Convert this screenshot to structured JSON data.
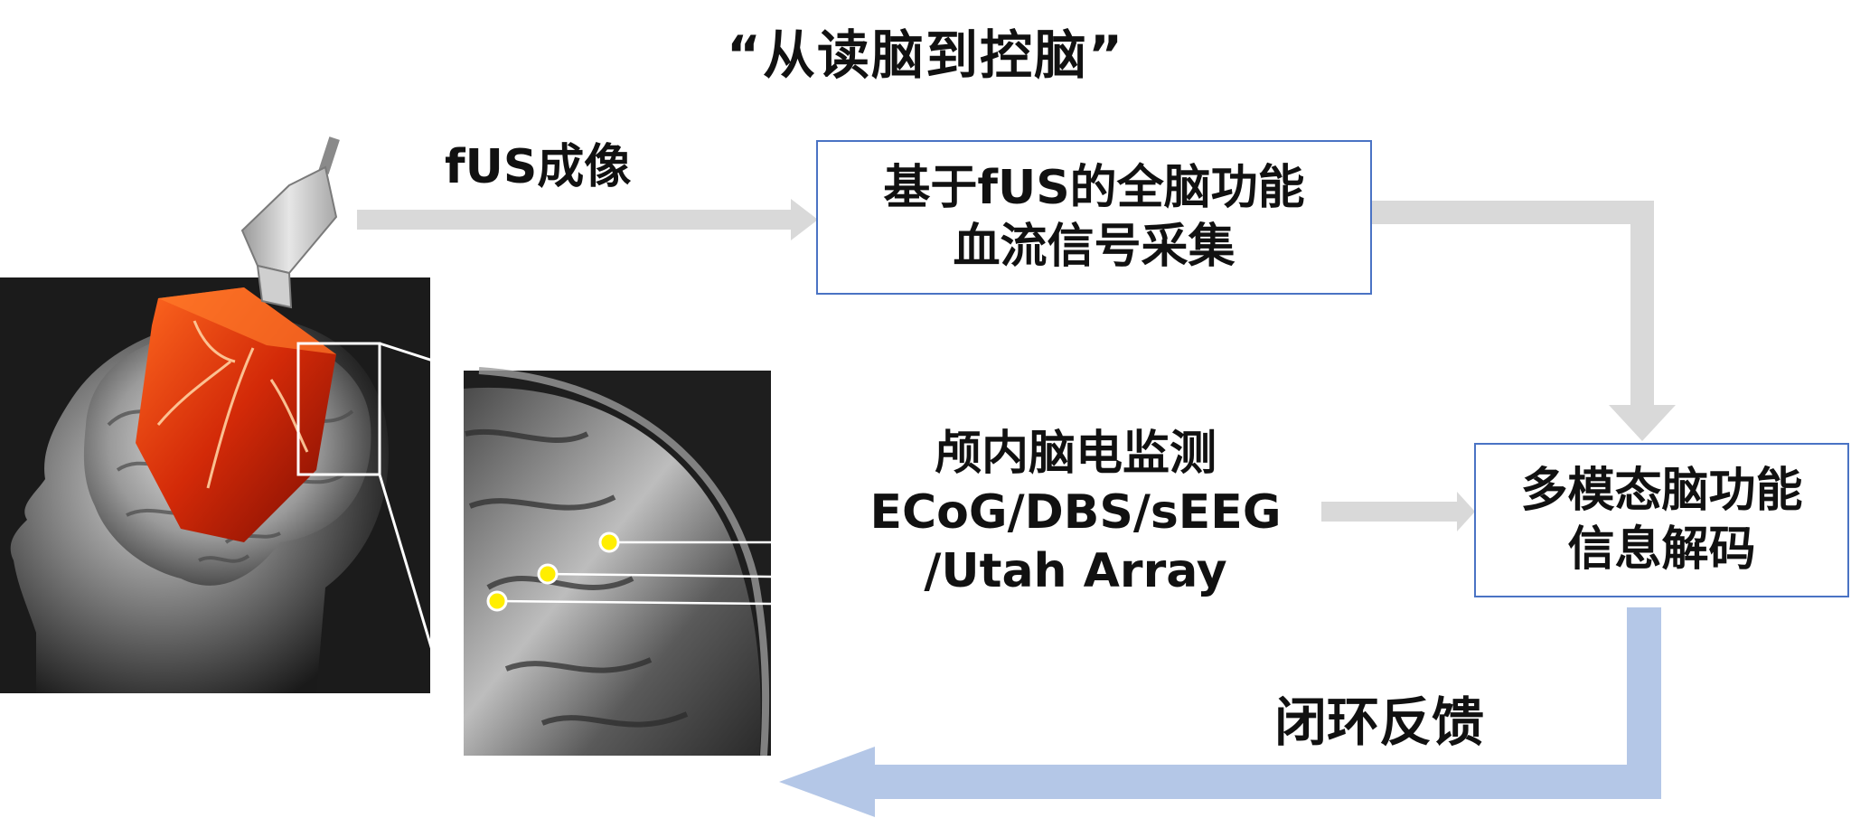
{
  "title": "“从读脑到控脑”",
  "fus_label": "fUS成像",
  "box_acquire": {
    "line1": "基于fUS的全脑功能",
    "line2": "血流信号采集"
  },
  "box_decode": {
    "line1": "多模态脑功能",
    "line2": "信息解码"
  },
  "ieeg": {
    "line1": "颅内脑电监测",
    "line2": "ECoG/DBS/sEEG",
    "line3": "/Utah Array"
  },
  "feedback_label": "闭环反馈",
  "icons": [
    "ultrasound-probe-icon",
    "head-brain-image",
    "brain-closeup-electrode-image"
  ],
  "colors": {
    "box_border": "#4a73c4",
    "gray_arrow": "#d9d9d9",
    "blue_arrow": "#b4c7e7",
    "electrode": "#ffee00",
    "fus_overlay": "#d93a10"
  }
}
